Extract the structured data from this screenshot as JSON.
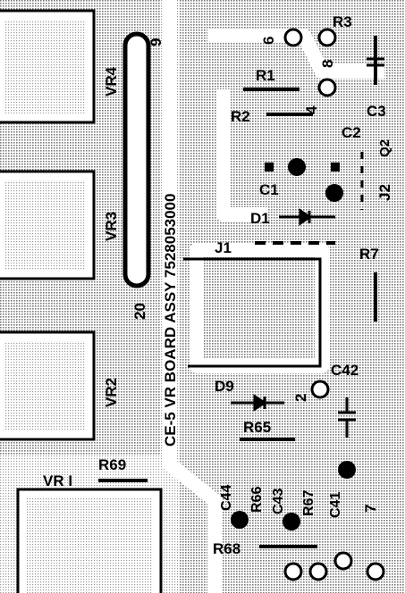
{
  "board": {
    "title": "CE-5 VR BOARD ASSY 7528053000",
    "connector": {
      "pin_top": "9",
      "pin_bottom": "20"
    }
  },
  "pots": {
    "vr4": "VR4",
    "vr3": "VR3",
    "vr2": "VR2",
    "vr1": "VR I"
  },
  "resistors": {
    "r1": "R1",
    "r2": "R2",
    "r3": "R3",
    "r7": "R7",
    "r65": "R65",
    "r66": "R66",
    "r67": "R67",
    "r68": "R68",
    "r69": "R69"
  },
  "capacitors": {
    "c1": "C1",
    "c2": "C2",
    "c3": "C3",
    "c41": "C41",
    "c42": "C42",
    "c43": "C43",
    "c44": "C44"
  },
  "diodes": {
    "d1": "D1",
    "d9": "D9"
  },
  "jumpers": {
    "j1": "J1",
    "j2": "J2"
  },
  "pads": {
    "p6": "6",
    "p8": "8",
    "p4": "4",
    "p2": "2",
    "p7": "7",
    "q2": "Q2"
  },
  "colors": {
    "ink": "#000000",
    "copper": "#cfcfcf",
    "board": "#ffffff"
  }
}
